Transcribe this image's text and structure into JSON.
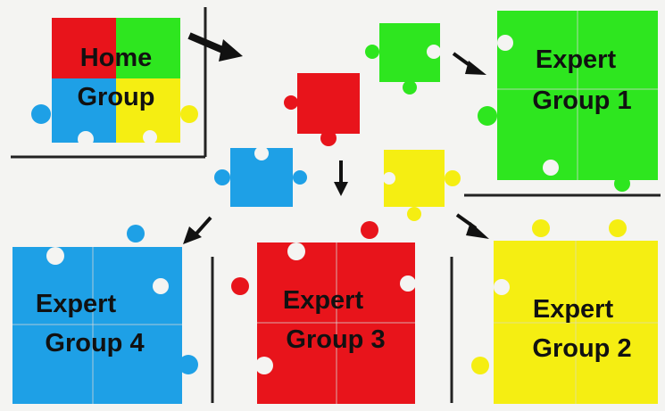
{
  "colors": {
    "background": "#f4f4f2",
    "red": "#e8141b",
    "green": "#2ee61f",
    "blue": "#1ea0e6",
    "yellow": "#f5ee12",
    "divider": "#222222",
    "arrow": "#111111",
    "seam": "#d8d8d8"
  },
  "groups": {
    "home": {
      "line1": "Home",
      "line2": "Group",
      "colors": [
        "red",
        "green",
        "blue",
        "yellow"
      ]
    },
    "expert1": {
      "line1": "Expert",
      "line2": "Group 1",
      "color": "green"
    },
    "expert2": {
      "line1": "Expert",
      "line2": "Group 2",
      "color": "yellow"
    },
    "expert3": {
      "line1": "Expert",
      "line2": "Group 3",
      "color": "red"
    },
    "expert4": {
      "line1": "Expert",
      "line2": "Group 4",
      "color": "blue"
    }
  },
  "loose_pieces": [
    "red",
    "green",
    "blue",
    "yellow"
  ],
  "arrows": [
    {
      "from": "home-group",
      "to": "loose-pieces"
    },
    {
      "from": "green-piece",
      "to": "expert-group-1"
    },
    {
      "from": "red-piece",
      "to": "expert-group-3"
    },
    {
      "from": "blue-piece",
      "to": "expert-group-4"
    },
    {
      "from": "yellow-piece",
      "to": "expert-group-2"
    }
  ]
}
